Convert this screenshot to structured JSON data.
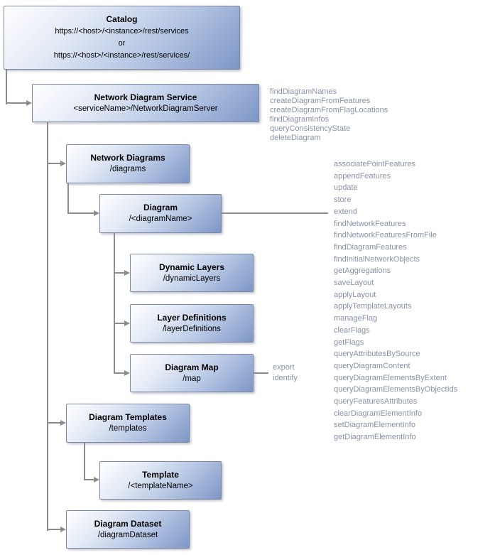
{
  "boxes": {
    "catalog": {
      "title": "Catalog",
      "line1": "https://<host>/<instance>/rest/services",
      "line2": "or",
      "line3": "https://<host>/<instance>/rest/services/"
    },
    "network_diagram_service": {
      "title": "Network Diagram Service",
      "subtitle": "<serviceName>/NetworkDiagramServer"
    },
    "network_diagrams": {
      "title": "Network Diagrams",
      "subtitle": "/diagrams"
    },
    "diagram": {
      "title": "Diagram",
      "subtitle": "/<diagramName>"
    },
    "dynamic_layers": {
      "title": "Dynamic Layers",
      "subtitle": "/dynamicLayers"
    },
    "layer_definitions": {
      "title": "Layer Definitions",
      "subtitle": "/layerDefinitions"
    },
    "diagram_map": {
      "title": "Diagram Map",
      "subtitle": "/map"
    },
    "diagram_templates": {
      "title": "Diagram Templates",
      "subtitle": "/templates"
    },
    "template": {
      "title": "Template",
      "subtitle": "/<templateName>"
    },
    "diagram_dataset": {
      "title": "Diagram Dataset",
      "subtitle": "/diagramDataset"
    }
  },
  "operations": {
    "service": [
      "findDiagramNames",
      "createDiagramFromFeatures",
      "createDiagramFromFlagLocations",
      "findDiagramInfos",
      "queryConsistencyState",
      "deleteDiagram"
    ],
    "diagram": [
      "associatePointFeatures",
      "appendFeatures",
      "update",
      "store",
      "extend",
      "findNetworkFeatures",
      "findNetworkFeaturesFromFile",
      "findDiagramFeatures",
      "findInitialNetworkObjects",
      "getAggregations",
      "saveLayout",
      "applyLayout",
      "applyTemplateLayouts",
      "manageFlag",
      "clearFlags",
      "getFlags",
      "queryAttributesBySource",
      "queryDiagramContent",
      "queryDiagramElementsByExtent",
      "queryDiagramElementsByObjectIds",
      "queryFeaturesAttributes",
      "clearDiagramElementInfo",
      "setDiagramElementInfo",
      "getDiagramElementInfo"
    ],
    "diagram_map": [
      "export",
      "identify"
    ]
  },
  "colors": {
    "box_gradient_start": "#ffffff",
    "box_gradient_end": "#7e96c6",
    "box_border": "#7d88a3",
    "connector": "#8c8c8c",
    "operation_text": "#8791a5",
    "title_text": "#000000"
  }
}
